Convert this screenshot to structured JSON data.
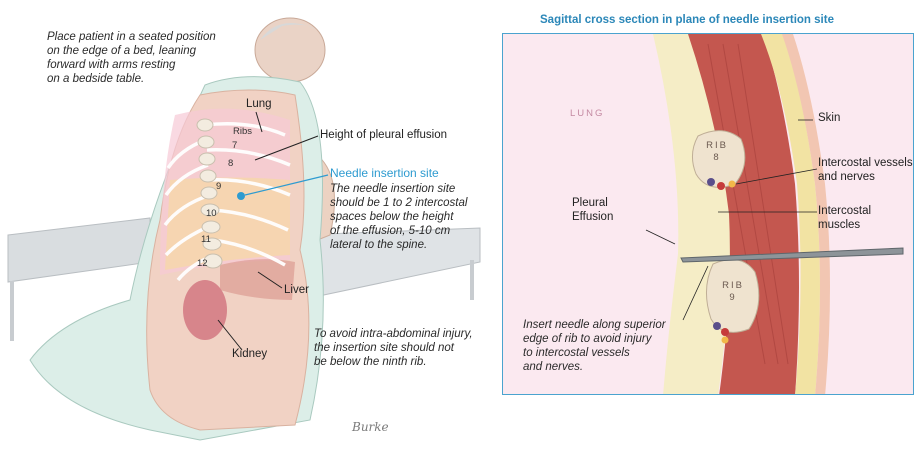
{
  "left": {
    "instruction_text": [
      "Place patient in a seated position",
      "on the edge of a bed, leaning",
      "forward with arms resting",
      "on a bedside table."
    ],
    "labels": {
      "lung": "Lung",
      "ribs": "Ribs",
      "height_effusion": "Height of pleural effusion",
      "liver": "Liver",
      "kidney": "Kidney"
    },
    "rib_numbers": [
      "7",
      "8",
      "9",
      "10",
      "11",
      "12"
    ],
    "needle_site": {
      "title": "Needle insertion site",
      "description": [
        "The needle insertion site",
        "should be 1 to 2 intercostal",
        "spaces below the height",
        "of the effusion, 5-10 cm",
        "lateral to the spine."
      ]
    },
    "warning": [
      "To avoid intra-abdominal injury,",
      "the insertion site should not",
      "be below the ninth rib."
    ],
    "signature": "Burke"
  },
  "right": {
    "title": "Sagittal cross section in plane of needle insertion site",
    "lung_label": "LUNG",
    "rib_upper": [
      "RIB",
      "8"
    ],
    "rib_lower": [
      "RIB",
      "9"
    ],
    "labels": {
      "skin": "Skin",
      "vessels": [
        "Intercostal vessels",
        "and nerves"
      ],
      "muscles": [
        "Intercostal",
        "muscles"
      ],
      "effusion": [
        "Pleural",
        "Effusion"
      ]
    },
    "insert_text": [
      "Insert needle along superior",
      "edge of rib to avoid injury",
      "to intercostal vessels",
      "and nerves."
    ]
  },
  "colors": {
    "accent_blue": "#2e9bd0",
    "panel_border": "#4aa3cf",
    "gown": "#dfeee9",
    "skin": "#f1d2c4",
    "muscle": "#b54845",
    "fat": "#f3e6a8",
    "lung_pink": "#fbe9f0",
    "bone": "#efe3cf"
  }
}
